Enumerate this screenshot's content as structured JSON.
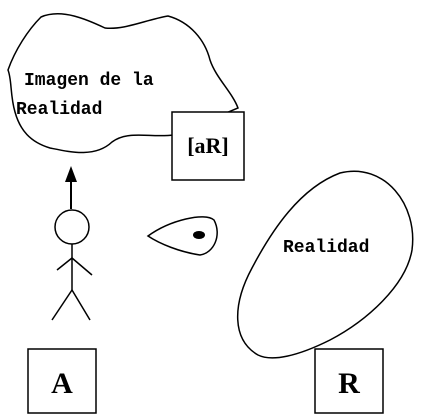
{
  "diagram": {
    "image_label_line1": "Imagen de la",
    "image_label_line2": "Realidad",
    "image_box_label": "[aR]",
    "reality_label": "Realidad",
    "observer_box_label": "A",
    "reality_box_label": "R"
  }
}
